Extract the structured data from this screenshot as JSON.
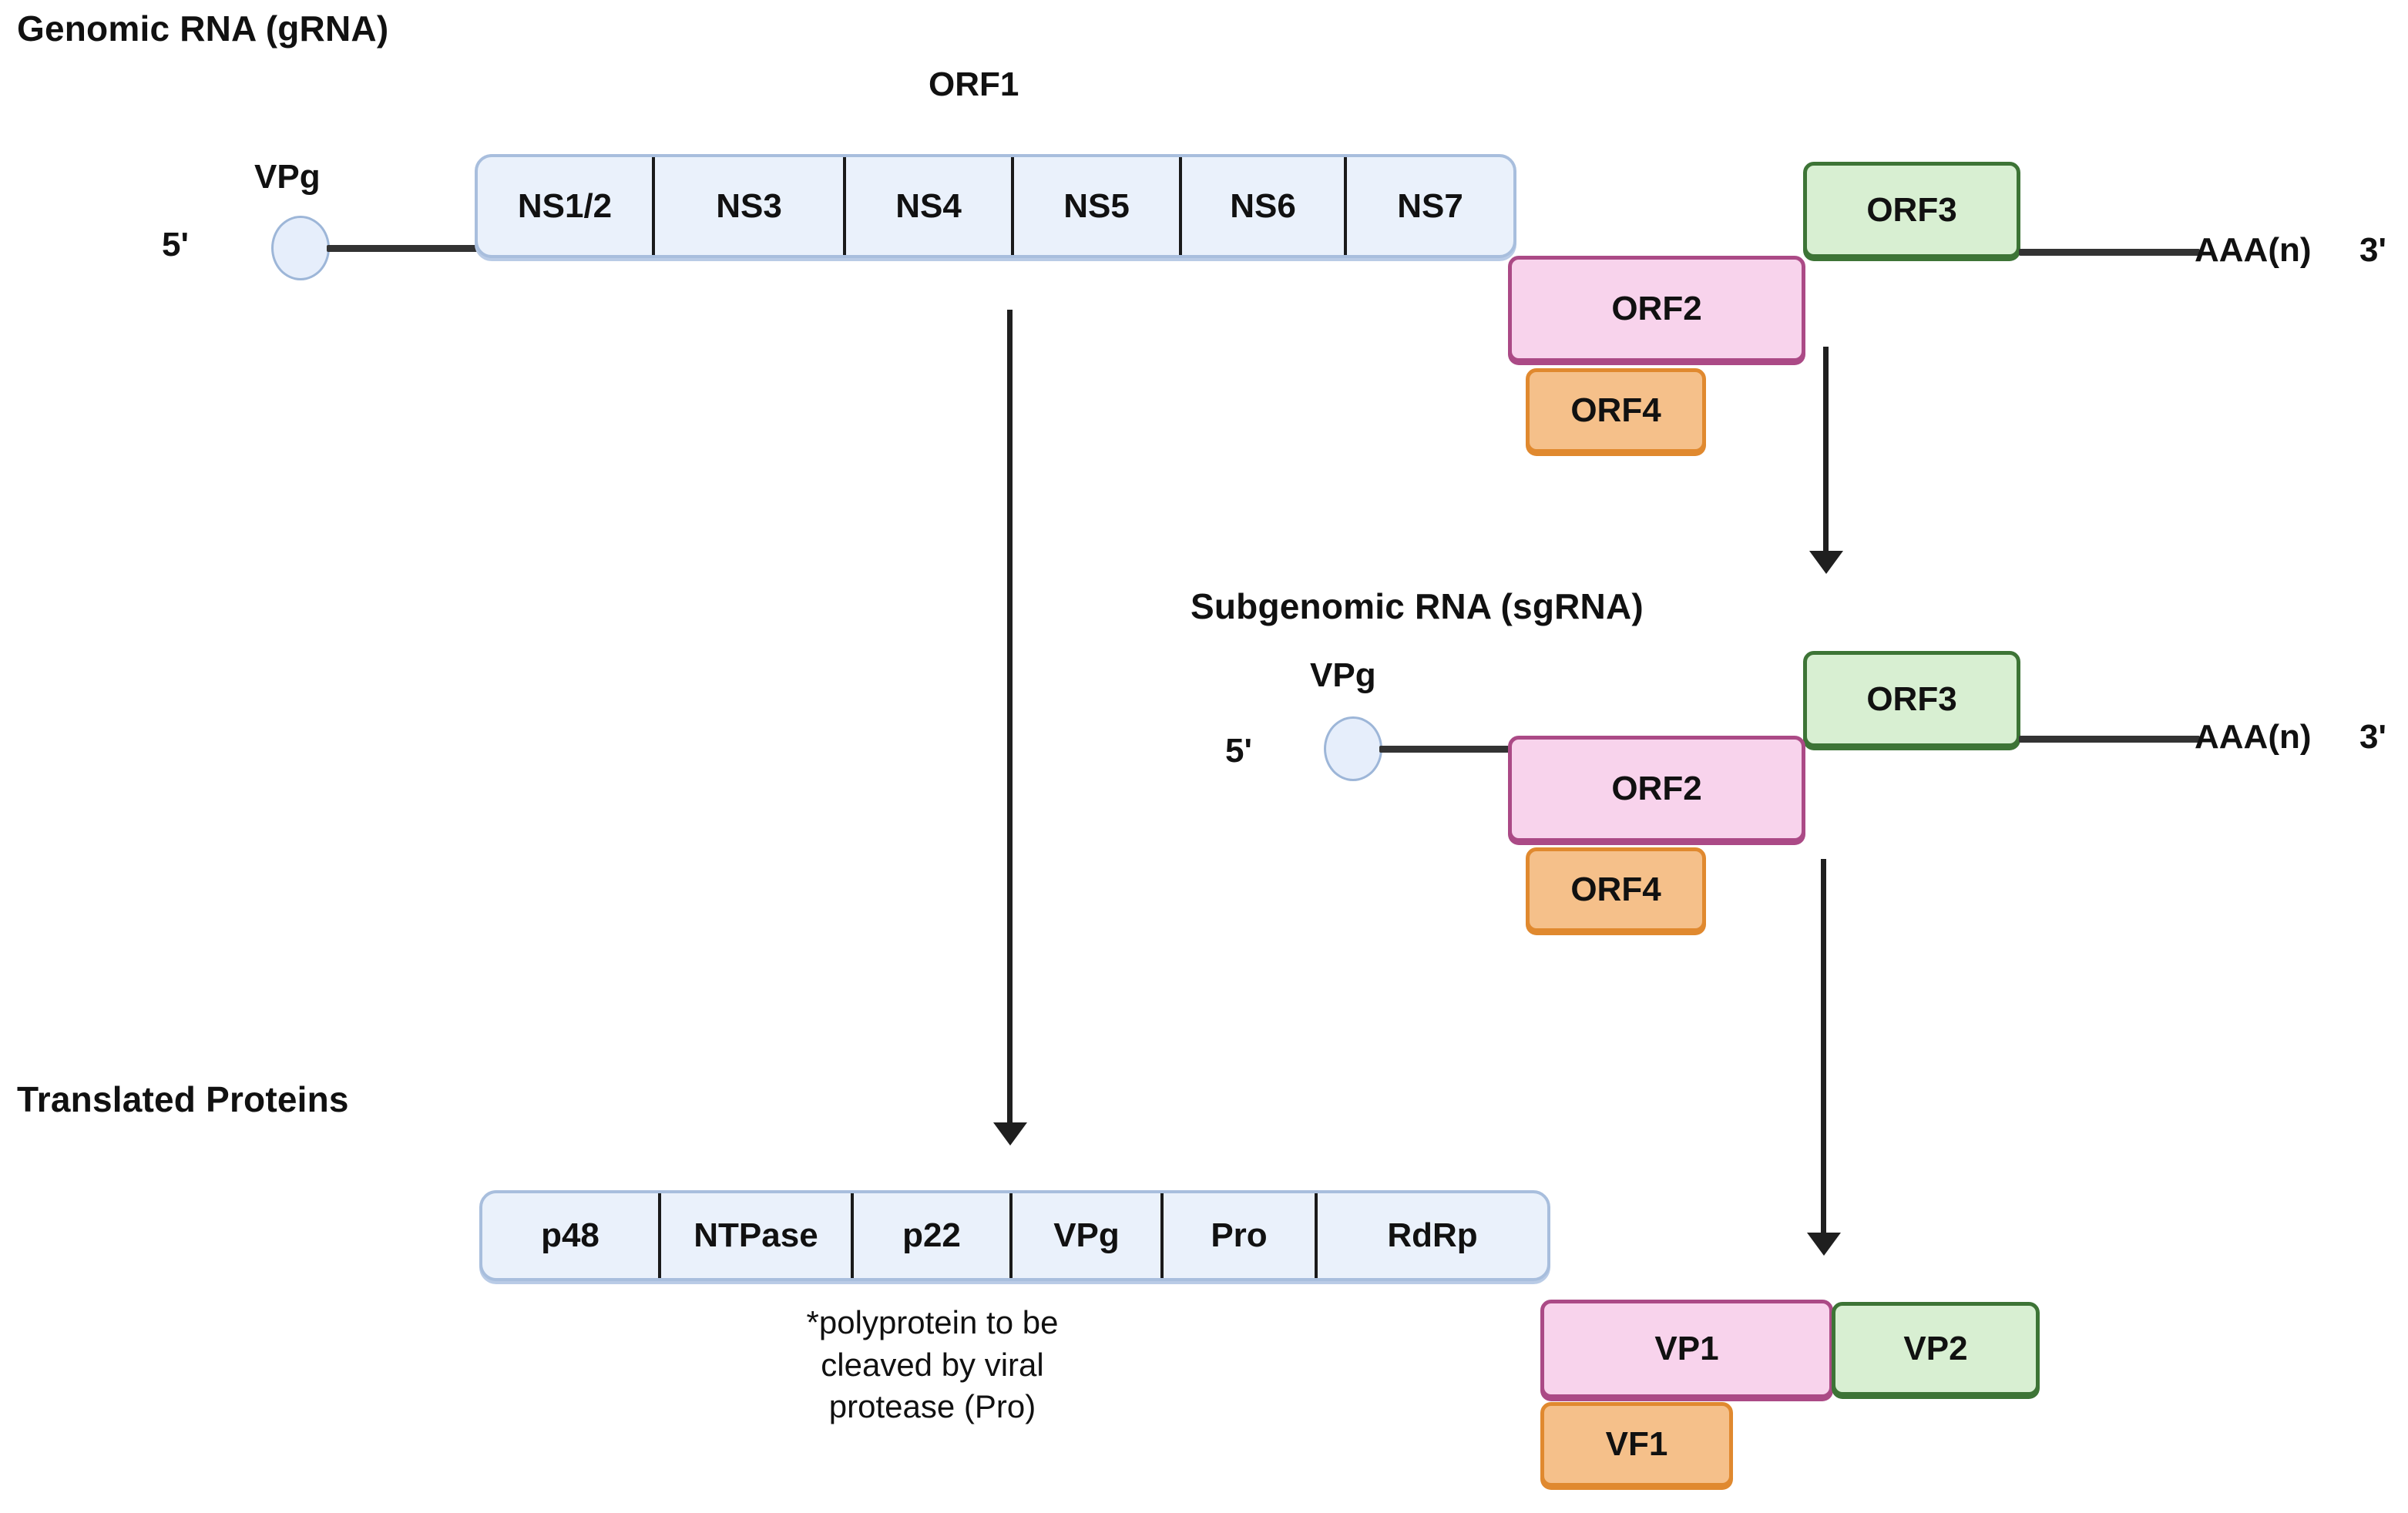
{
  "figure": {
    "sections": {
      "genomic_title": "Genomic RNA (gRNA)",
      "subgenomic_title": "Subgenomic RNA (sgRNA)",
      "translated_title": "Translated Proteins"
    },
    "grna": {
      "five_prime": "5'",
      "three_prime": "3'",
      "poly_a": "AAA(n)",
      "vpg_label": "VPg",
      "orf1_label": "ORF1",
      "orf1_segments": [
        "NS1/2",
        "NS3",
        "NS4",
        "NS5",
        "NS6",
        "NS7"
      ],
      "orf3_label": "ORF3",
      "orf2_label": "ORF2",
      "orf4_label": "ORF4"
    },
    "sgrna": {
      "five_prime": "5'",
      "three_prime": "3'",
      "poly_a": "AAA(n)",
      "vpg_label": "VPg",
      "orf3_label": "ORF3",
      "orf2_label": "ORF2",
      "orf4_label": "ORF4"
    },
    "proteins": {
      "polyprotein_segments": [
        "p48",
        "NTPase",
        "p22",
        "VPg",
        "Pro",
        "RdRp"
      ],
      "polyprotein_note": "*polyprotein to be\ncleaved by viral\nprotease (Pro)",
      "vp1_label": "VP1",
      "vp2_label": "VP2",
      "vf1_label": "VF1"
    },
    "colors": {
      "blue_fill": "#eaf1fb",
      "blue_border": "#a8bedd",
      "pink_fill": "#f8d3ec",
      "pink_border": "#ab4a86",
      "green_fill": "#d8efd2",
      "green_border": "#3d7436",
      "orange_fill": "#f5c08a",
      "orange_border": "#e0892f",
      "line": "#333333",
      "text": "#111111"
    }
  }
}
